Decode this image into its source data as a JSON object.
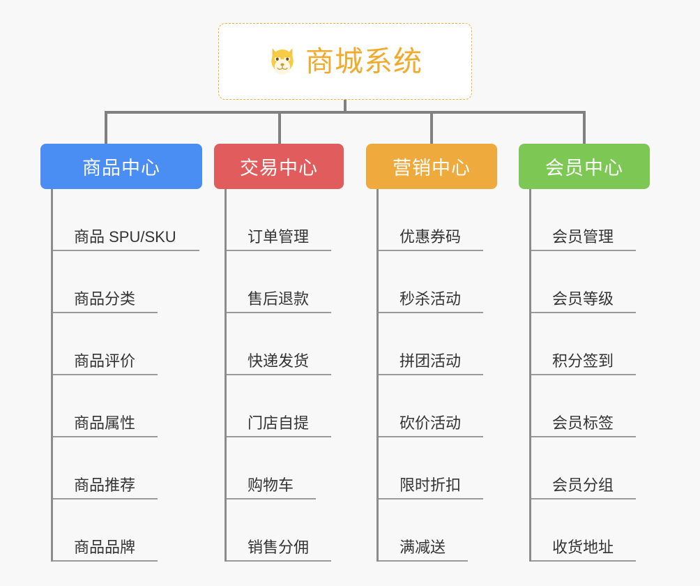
{
  "diagram": {
    "title": "商城系统",
    "background_color": "#f8f8f8",
    "connector_color": "#808080"
  },
  "root": {
    "label": "商城系统",
    "icon": "dog-face-emoji",
    "text_color": "#f0ab2e",
    "border_color": "#f0b33d",
    "background_color": "#ffffff"
  },
  "branches": [
    {
      "label": "商品中心",
      "color": "#4a8ef4",
      "items": [
        {
          "label": "商品 SPU/SKU",
          "underline_width": 210
        },
        {
          "label": "商品分类",
          "underline_width": 150
        },
        {
          "label": "商品评价",
          "underline_width": 150
        },
        {
          "label": "商品属性",
          "underline_width": 150
        },
        {
          "label": "商品推荐",
          "underline_width": 150
        },
        {
          "label": "商品品牌",
          "underline_width": 150
        }
      ]
    },
    {
      "label": "交易中心",
      "color": "#e15c5c",
      "items": [
        {
          "label": "订单管理",
          "underline_width": 150
        },
        {
          "label": "售后退款",
          "underline_width": 150
        },
        {
          "label": "快递发货",
          "underline_width": 150
        },
        {
          "label": "门店自提",
          "underline_width": 150
        },
        {
          "label": "购物车",
          "underline_width": 128
        },
        {
          "label": "销售分佣",
          "underline_width": 150
        }
      ]
    },
    {
      "label": "营销中心",
      "color": "#eeaa3c",
      "items": [
        {
          "label": "优惠券码",
          "underline_width": 150
        },
        {
          "label": "秒杀活动",
          "underline_width": 150
        },
        {
          "label": "拼团活动",
          "underline_width": 150
        },
        {
          "label": "砍价活动",
          "underline_width": 150
        },
        {
          "label": "限时折扣",
          "underline_width": 150
        },
        {
          "label": "满减送",
          "underline_width": 128
        }
      ]
    },
    {
      "label": "会员中心",
      "color": "#7dc855",
      "items": [
        {
          "label": "会员管理",
          "underline_width": 150
        },
        {
          "label": "会员等级",
          "underline_width": 150
        },
        {
          "label": "积分签到",
          "underline_width": 150
        },
        {
          "label": "会员标签",
          "underline_width": 150
        },
        {
          "label": "会员分组",
          "underline_width": 150
        },
        {
          "label": "收货地址",
          "underline_width": 150
        }
      ]
    }
  ]
}
